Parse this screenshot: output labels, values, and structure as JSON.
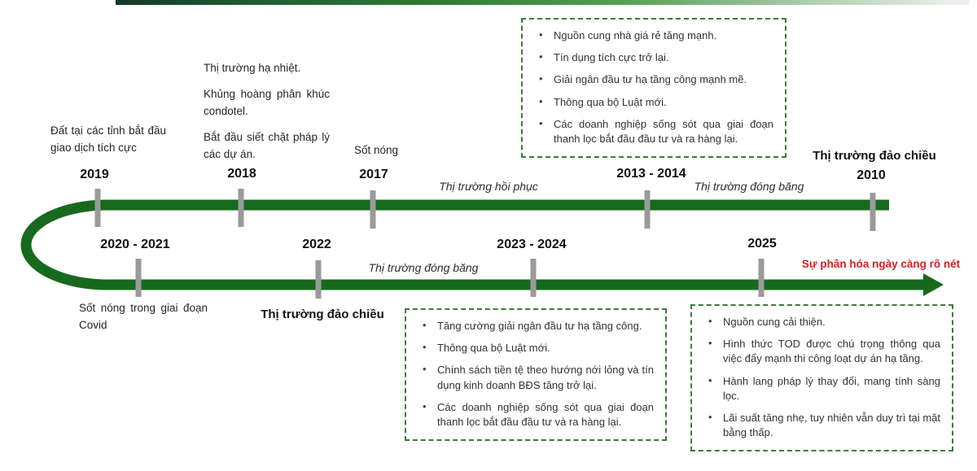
{
  "colors": {
    "timeline_green": "#17691d",
    "tick_gray": "#9a9a9a",
    "box_border_green": "#3d7a3d",
    "accent_red": "#e01b22"
  },
  "timeline": {
    "top_years": [
      "2019",
      "2018",
      "2017",
      "2013 - 2014",
      "2010"
    ],
    "bottom_years": [
      "2020 - 2021",
      "2022",
      "2023 - 2024",
      "2025"
    ]
  },
  "notes": {
    "land_2019": "Đất tại các tỉnh bắt đầu giao dịch tích cực",
    "cool_2018_1": "Thị trường hạ nhiệt.",
    "cool_2018_2": "Khủng hoàng phân khúc condotel.",
    "cool_2018_3": "Bắt đầu siết chặt pháp lý các dự án.",
    "hot_2017": "Sốt nóng",
    "reversal_2010": "Thị trường đảo chiều",
    "covid_2020_2021": "Sốt nóng trong giai đoạn Covid",
    "reversal_2022": "Thị trường đảo chiều",
    "phase_recovery": "Thị trường hồi phục",
    "phase_frozen_top": "Thị trường đóng băng",
    "phase_frozen_bottom": "Thị trường đóng băng",
    "divergence_2025": "Sự phân hóa ngày càng rõ nét"
  },
  "boxes": {
    "box_2013_2014": {
      "items": [
        "Nguồn cung nhà giá rẻ tăng mạnh.",
        "Tín dụng tích cực trở lại.",
        "Giải ngân đầu tư hạ tầng công mạnh mẽ.",
        "Thông qua bộ Luật mới.",
        "Các doanh nghiệp sống sót qua giai đoạn thanh lọc bắt đầu đầu tư và ra hàng lại."
      ]
    },
    "box_2023_2024": {
      "items": [
        "Tăng cường giải ngân đầu tư hạ tầng công.",
        "Thông qua bộ Luật mới.",
        "Chính sách tiền tệ theo hướng nới lỏng và tín dụng kinh doanh BĐS tăng trở lại.",
        "Các doanh nghiệp sống sót qua giai đoạn thanh lọc bắt đầu đầu tư và ra hàng lại."
      ]
    },
    "box_2025": {
      "items": [
        "Nguồn cung cải thiện.",
        "Hình thức TOD được chú trọng thông qua việc đẩy mạnh thi công loạt dự án hạ tầng.",
        "Hành lang pháp lý thay đổi, mang tính sàng lọc.",
        "Lãi suất tăng nhẹ, tuy nhiên vẫn duy trì tại mặt bằng thấp."
      ]
    }
  }
}
